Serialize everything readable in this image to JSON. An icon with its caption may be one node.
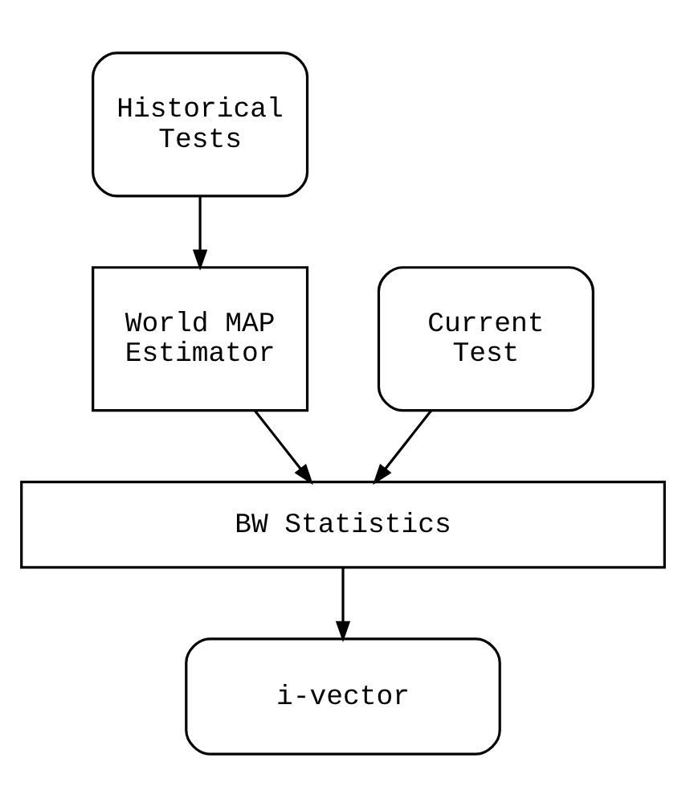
{
  "diagram": {
    "nodes": [
      {
        "text": [
          "Historical Tests"
        ]
      },
      {
        "text": [
          "Current Test"
        ]
      },
      {
        "text": [
          "World MAP Estimator"
        ]
      },
      {
        "text": [
          "BW Statistics"
        ]
      },
      {
        "text": [
          "i-vector"
        ]
      }
    ],
    "edges": [
      {
        "from": 0,
        "to": 2,
        "arrow": "to"
      },
      {
        "from": 1,
        "to": 3,
        "arrow": "to"
      },
      {
        "from": 2,
        "to": 3,
        "arrow": "to"
      },
      {
        "from": 3,
        "to": 4,
        "arrow": "to"
      }
    ]
  }
}
